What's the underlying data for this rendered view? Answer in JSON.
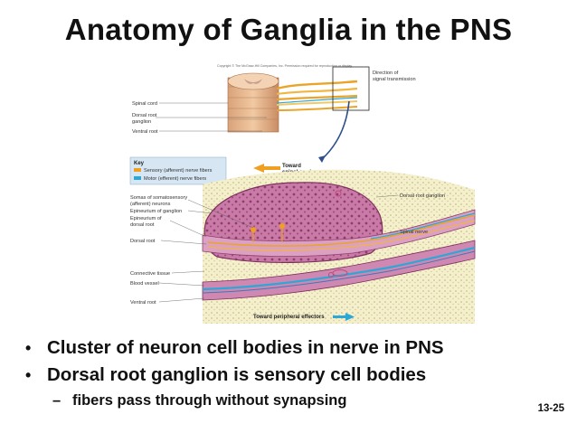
{
  "slide": {
    "title": "Anatomy of Ganglia in the PNS",
    "number": "13-25"
  },
  "figure": {
    "copyright": "Copyright © The McGraw-Hill Companies, Inc. Permission required for reproduction or display.",
    "labels": {
      "spinal_cord": "Spinal cord",
      "dorsal_root_ganglion_1": "Dorsal root",
      "dorsal_root_ganglion_2": "ganglion",
      "ventral_root_top": "Ventral root",
      "direction_1": "Direction of",
      "direction_2": "signal transmission",
      "key_title": "Key",
      "key_sensory": "Sensory (afferent) nerve fibers",
      "key_motor": "Motor (efferent) nerve fibers",
      "toward_spinal_1": "Toward",
      "toward_spinal_2": "spinal cord",
      "somas_1": "Somas of somatosensory",
      "somas_2": "(afferent) neurons",
      "epineurium_ganglion": "Epineurium of ganglion",
      "epineurium_dorsal_1": "Epineurium of",
      "epineurium_dorsal_2": "dorsal root",
      "dorsal_root": "Dorsal root",
      "connective_tissue": "Connective tissue",
      "blood_vessel": "Blood vessel",
      "ventral_root": "Ventral root",
      "dorsal_root_ganglion_right": "Dorsal root ganglion",
      "spinal_nerve": "Spinal nerve",
      "toward_effectors": "Toward peripheral effectors"
    },
    "colors": {
      "sensory": "#f0a020",
      "motor": "#2aa8d8",
      "ganglion": "#c0709a",
      "tissue": "#f2efc8"
    }
  },
  "bullets": [
    "Cluster of neuron cell bodies in nerve in PNS",
    "Dorsal root ganglion is sensory cell bodies"
  ],
  "sub_bullets": [
    "fibers pass through without synapsing"
  ]
}
